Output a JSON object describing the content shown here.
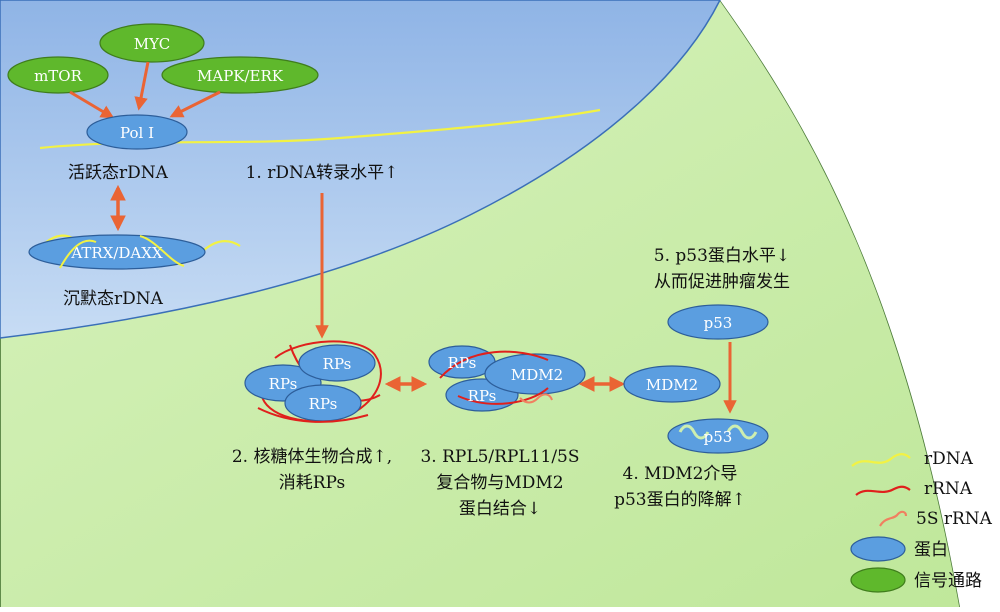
{
  "colors": {
    "cytoplasm": "#cdeeb0",
    "nucleus": "#a9c6ec",
    "protein": "#5b9ee0",
    "signal": "#5fb82c",
    "arrow": "#ea6434",
    "rdna": "#f2f244",
    "rrna": "#e0201c",
    "rrna5s": "#f08060"
  },
  "nodes": {
    "myc": "MYC",
    "mtor": "mTOR",
    "mapk": "MAPK/ERK",
    "pol1": "Pol Ⅰ",
    "atrx": "ATRX/DAXX",
    "rps1": "RPs",
    "rps2": "RPs",
    "rps3": "RPs",
    "rps4": "RPs",
    "rps5": "RPs",
    "mdm2_complex": "MDM2",
    "mdm2_free": "MDM2",
    "p53_top": "p53",
    "p53_deg": "p53"
  },
  "labels": {
    "active_rdna": "活跃态rDNA",
    "silent_rdna": "沉默态rDNA",
    "step1": "1. rDNA转录水平↑",
    "step2": [
      "2. 核糖体生物合成↑,",
      "消耗RPs"
    ],
    "step3": [
      "3. RPL5/RPL11/5S",
      "复合物与MDM2",
      "蛋白结合↓"
    ],
    "step4": [
      "4. MDM2介导",
      "p53蛋白的降解↑"
    ],
    "step5": [
      "5. p53蛋白水平↓",
      "从而促进肿瘤发生"
    ]
  },
  "legend": {
    "items": [
      {
        "key": "rdna",
        "label": "rDNA"
      },
      {
        "key": "rrna",
        "label": "rRNA"
      },
      {
        "key": "rrna5s",
        "label": "5S rRNA"
      },
      {
        "key": "protein",
        "label": "蛋白"
      },
      {
        "key": "signal",
        "label": "信号通路"
      }
    ]
  }
}
